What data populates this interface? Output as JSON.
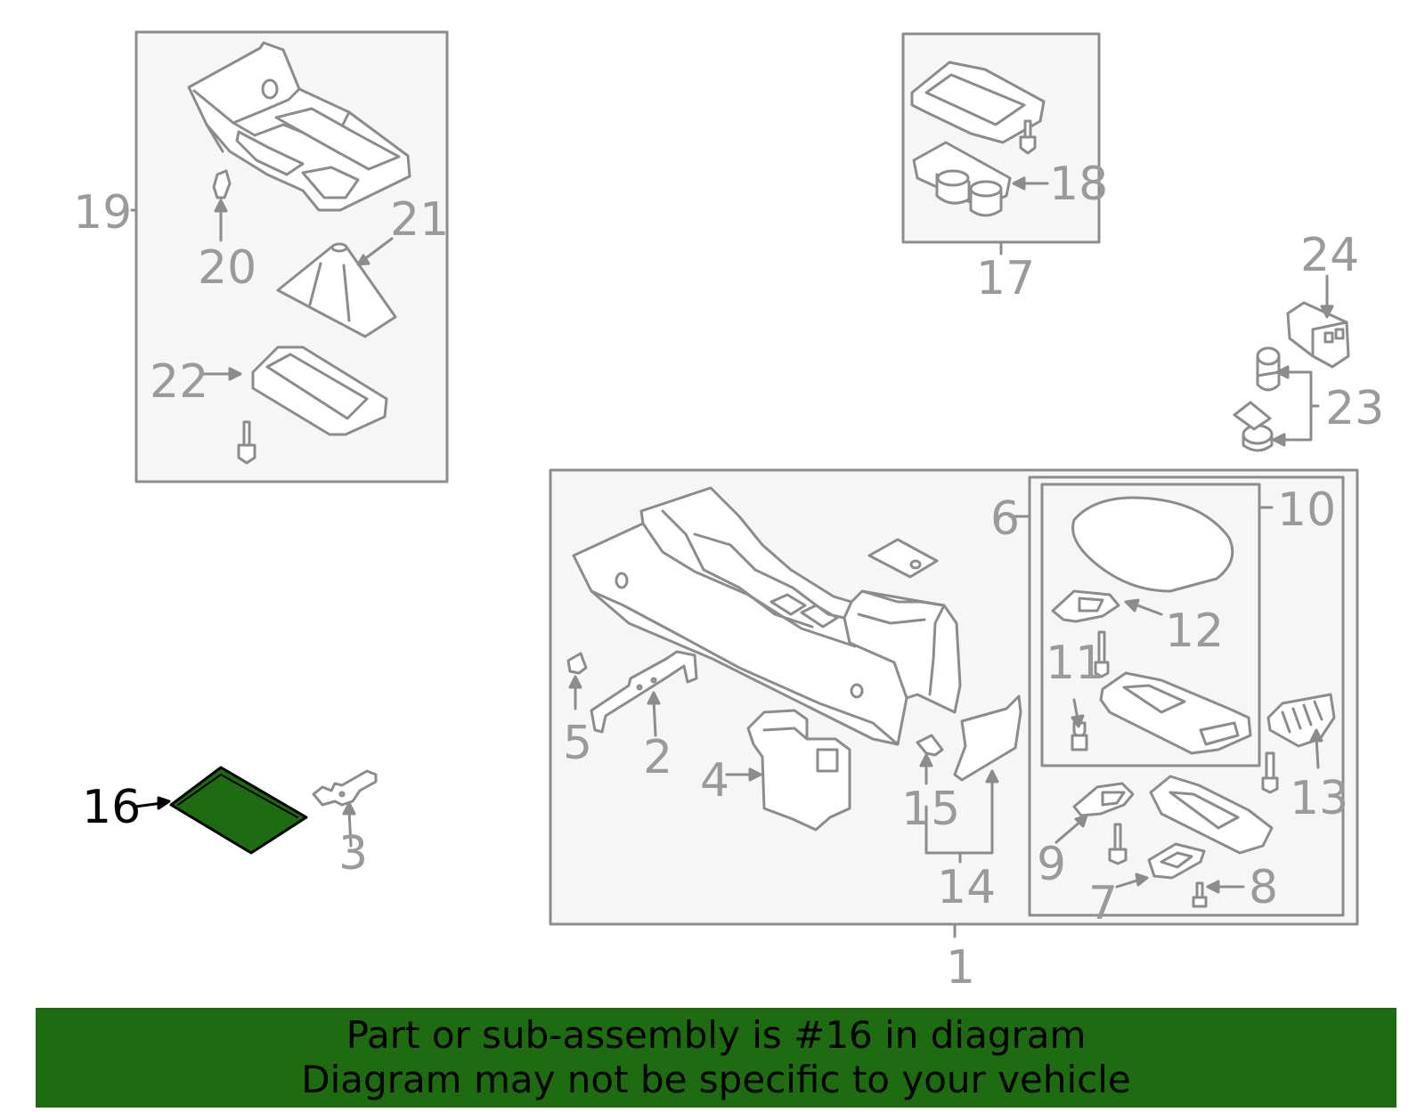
{
  "diagram": {
    "callouts": {
      "c1": "1",
      "c2": "2",
      "c3": "3",
      "c4": "4",
      "c5": "5",
      "c6": "6",
      "c7": "7",
      "c8": "8",
      "c9": "9",
      "c10": "10",
      "c11": "11",
      "c12": "12",
      "c13": "13",
      "c14": "14",
      "c15": "15",
      "c16": "16",
      "c17": "17",
      "c18": "18",
      "c19": "19",
      "c20": "20",
      "c21": "21",
      "c22": "22",
      "c23": "23",
      "c24": "24"
    },
    "highlighted_part": "16"
  },
  "banner": {
    "line1": "Part or sub-assembly is #16 in diagram",
    "line2": "Diagram may not be specific to your vehicle"
  },
  "colors": {
    "line": "#8c8c8c",
    "box_fill": "#f6f6f6",
    "highlight": "#1f6b12",
    "banner_bg": "#1f6b12",
    "banner_text": "#000000"
  }
}
